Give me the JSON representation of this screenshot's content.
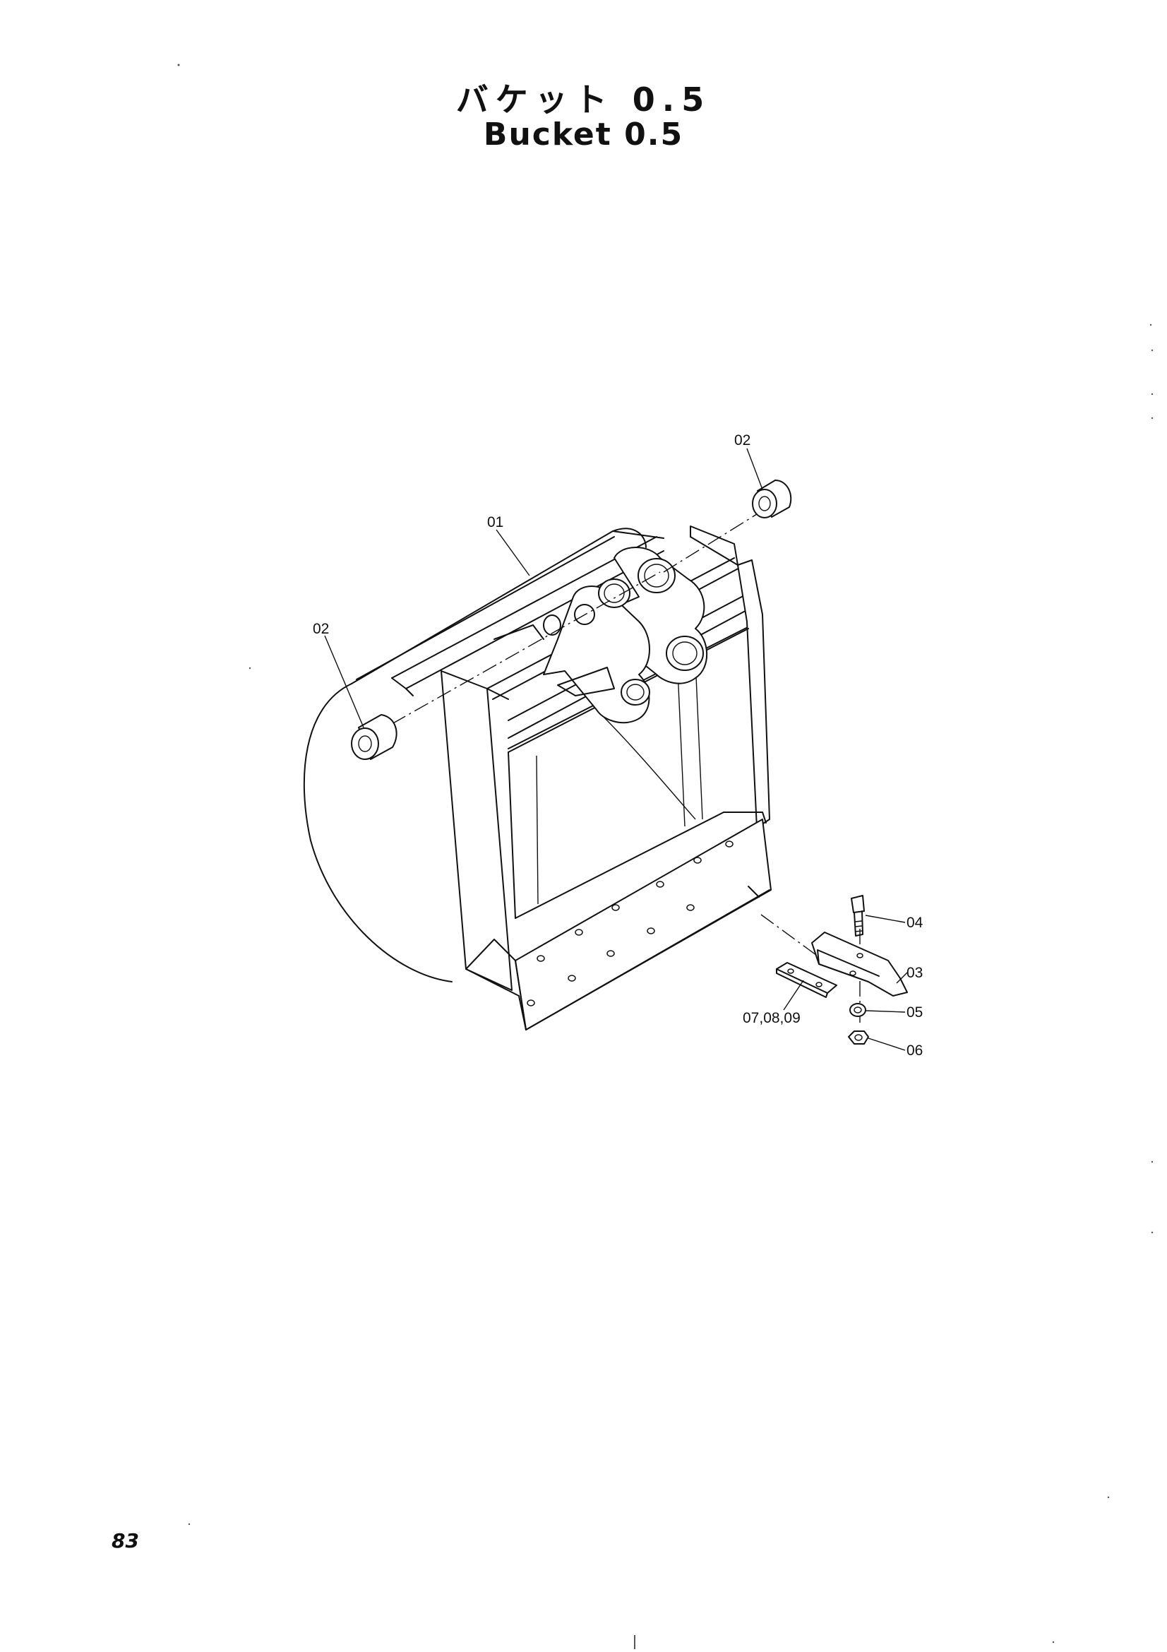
{
  "title": {
    "jp": "バケット 0.5",
    "en": "Bucket 0.5"
  },
  "callouts": {
    "c01": "01",
    "c02_top": "02",
    "c02_left": "02",
    "c03": "03",
    "c04": "04",
    "c05": "05",
    "c06": "06",
    "c07": "07,08,09"
  },
  "page_number": "83"
}
